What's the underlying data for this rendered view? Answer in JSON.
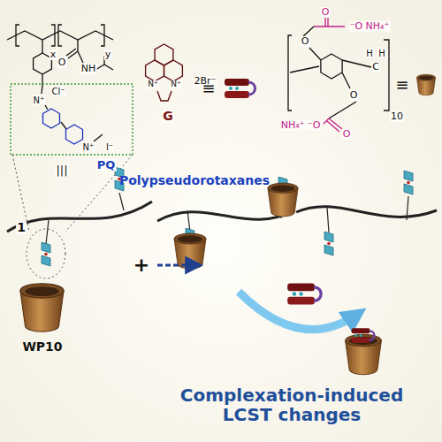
{
  "diagram": {
    "labels": [
      "x",
      "y",
      "O",
      "NH",
      "Cl⁻",
      "N⁺",
      "N⁺",
      "I⁻",
      "PQ",
      "|||",
      "1",
      "N⁺",
      "N⁺",
      "2Br⁻",
      "G",
      "≡",
      "O",
      "O",
      "⁻O NH₄⁺",
      "O",
      "NH₄⁺ ⁻O",
      "O",
      "H",
      "H",
      "C",
      "10",
      "≡",
      "Polypseudorotaxanes",
      "+",
      "WP10",
      "Complexation-induced LCST changes"
    ]
  }
}
